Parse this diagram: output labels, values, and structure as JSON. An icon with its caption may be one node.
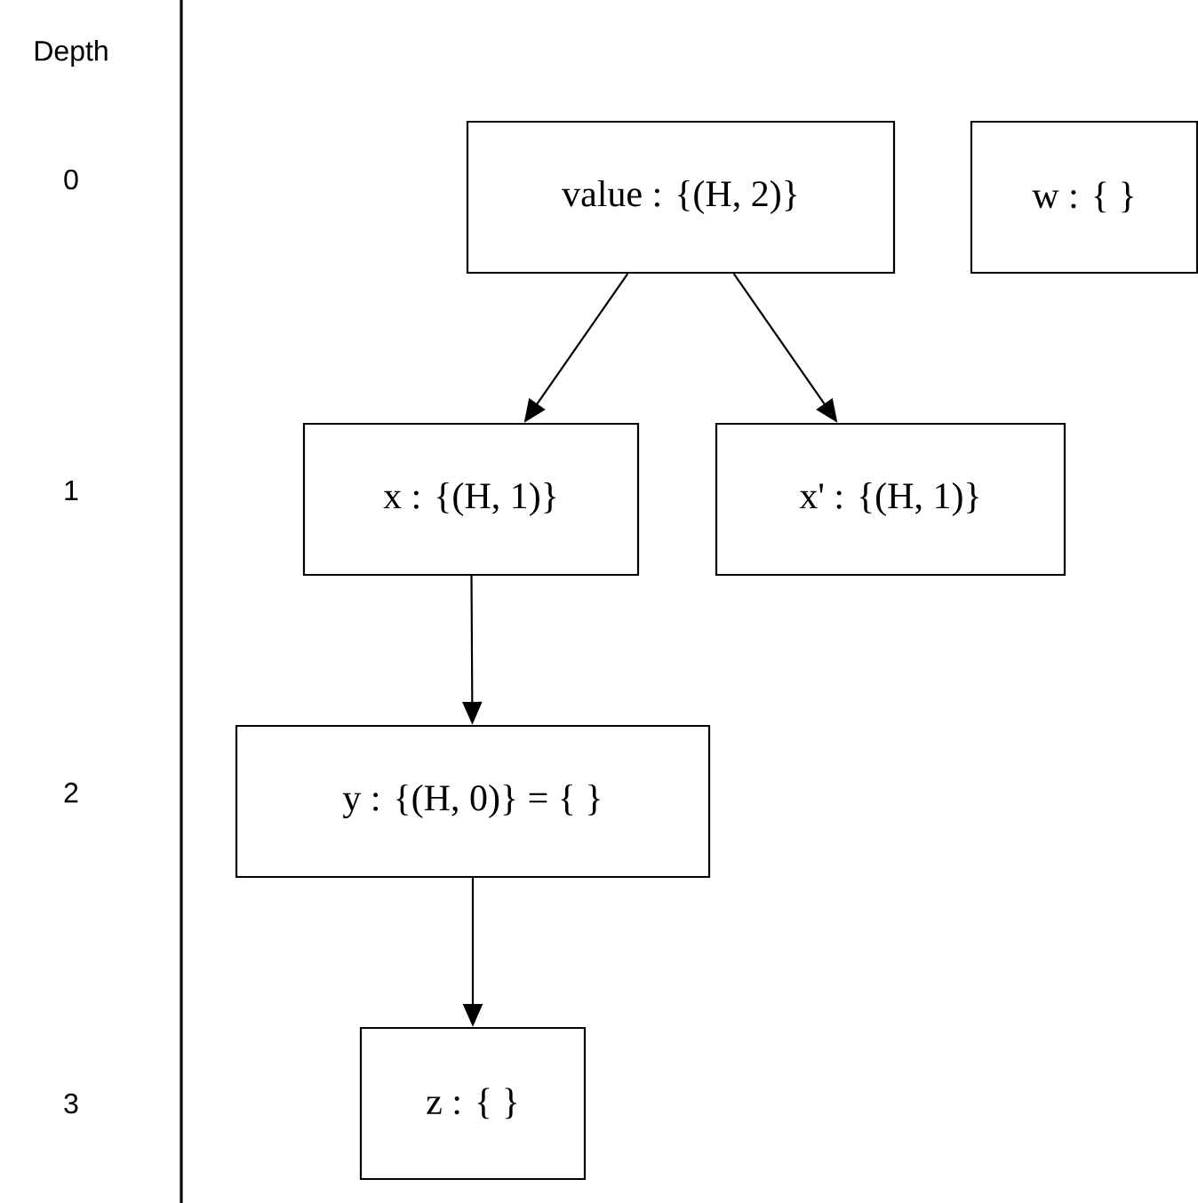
{
  "diagram": {
    "nodes": [
      {
        "text": [
          "value : {(H, 2)}"
        ]
      },
      {
        "text": [
          "w : { }"
        ]
      },
      {
        "text": [
          "x : {(H, 1)}"
        ]
      },
      {
        "text": [
          "x' : {(H, 1)}"
        ]
      },
      {
        "text": [
          "y : {(H, 0)} = { }"
        ]
      },
      {
        "text": [
          "z : { }"
        ]
      }
    ],
    "edges": [
      {
        "from": 0,
        "to": 2,
        "arrow": "to"
      },
      {
        "from": 0,
        "to": 3,
        "arrow": "to"
      },
      {
        "from": 2,
        "to": 4,
        "arrow": "to"
      },
      {
        "from": 4,
        "to": 5,
        "arrow": "to"
      }
    ],
    "labels": [
      "Depth",
      "0",
      "1",
      "2",
      "3"
    ]
  }
}
